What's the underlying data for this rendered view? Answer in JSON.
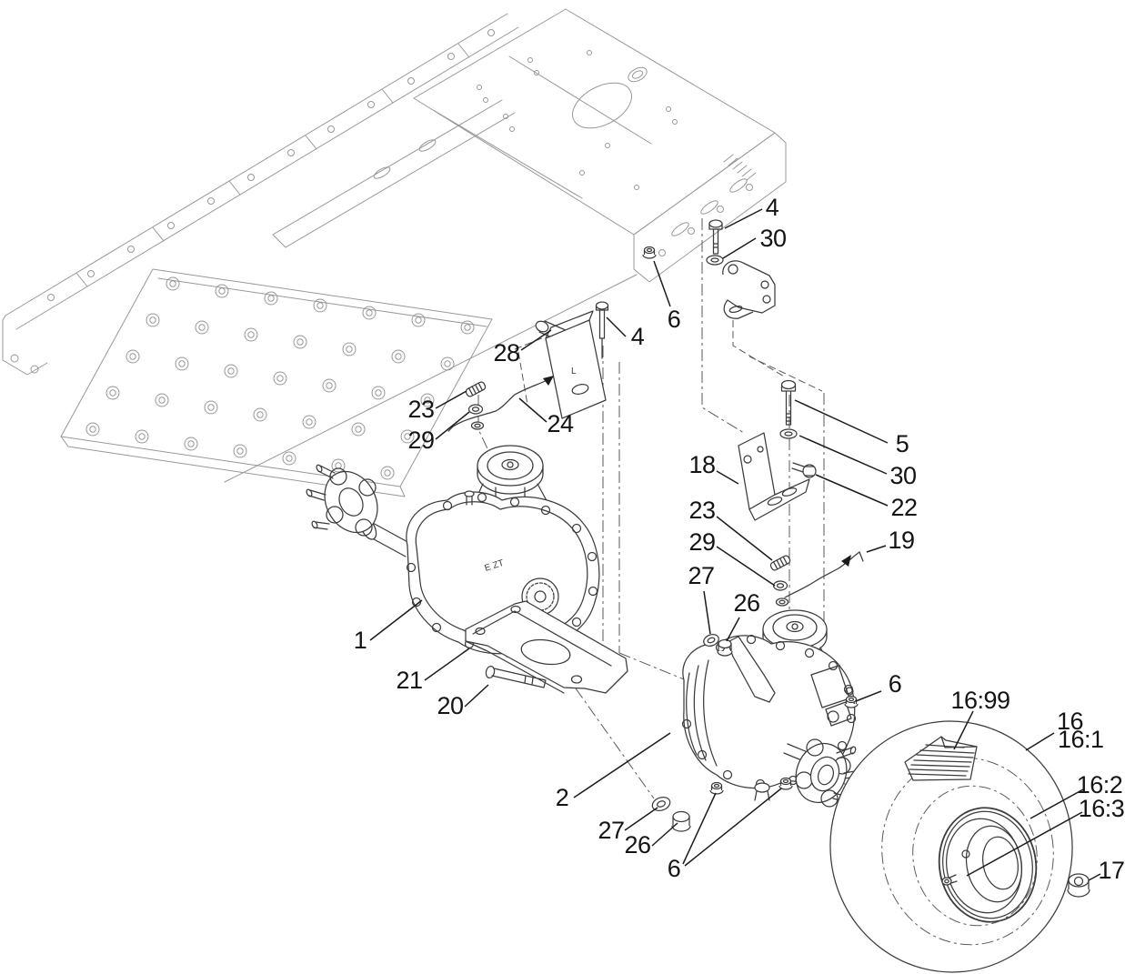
{
  "diagram": {
    "kind": "exploded-parts-diagram",
    "colors": {
      "background": "#ffffff",
      "frame_line": "#98989a",
      "part_line": "#3c3c3e",
      "callout_text": "#141414"
    },
    "markings": {
      "transaxle_left": "E ZT",
      "bracket_mid": "L"
    },
    "callouts": [
      {
        "label": "4"
      },
      {
        "label": "30"
      },
      {
        "label": "6"
      },
      {
        "label": "4"
      },
      {
        "label": "28"
      },
      {
        "label": "23"
      },
      {
        "label": "24"
      },
      {
        "label": "29"
      },
      {
        "label": "5"
      },
      {
        "label": "30"
      },
      {
        "label": "18"
      },
      {
        "label": "22"
      },
      {
        "label": "23"
      },
      {
        "label": "29"
      },
      {
        "label": "19"
      },
      {
        "label": "27"
      },
      {
        "label": "26"
      },
      {
        "label": "6"
      },
      {
        "label": "1"
      },
      {
        "label": "21"
      },
      {
        "label": "20"
      },
      {
        "label": "2"
      },
      {
        "label": "27"
      },
      {
        "label": "26"
      },
      {
        "label": "6"
      },
      {
        "label": "16:99"
      },
      {
        "label": "16"
      },
      {
        "label": "16:1"
      },
      {
        "label": "16:2"
      },
      {
        "label": "16:3"
      },
      {
        "label": "17"
      }
    ]
  }
}
